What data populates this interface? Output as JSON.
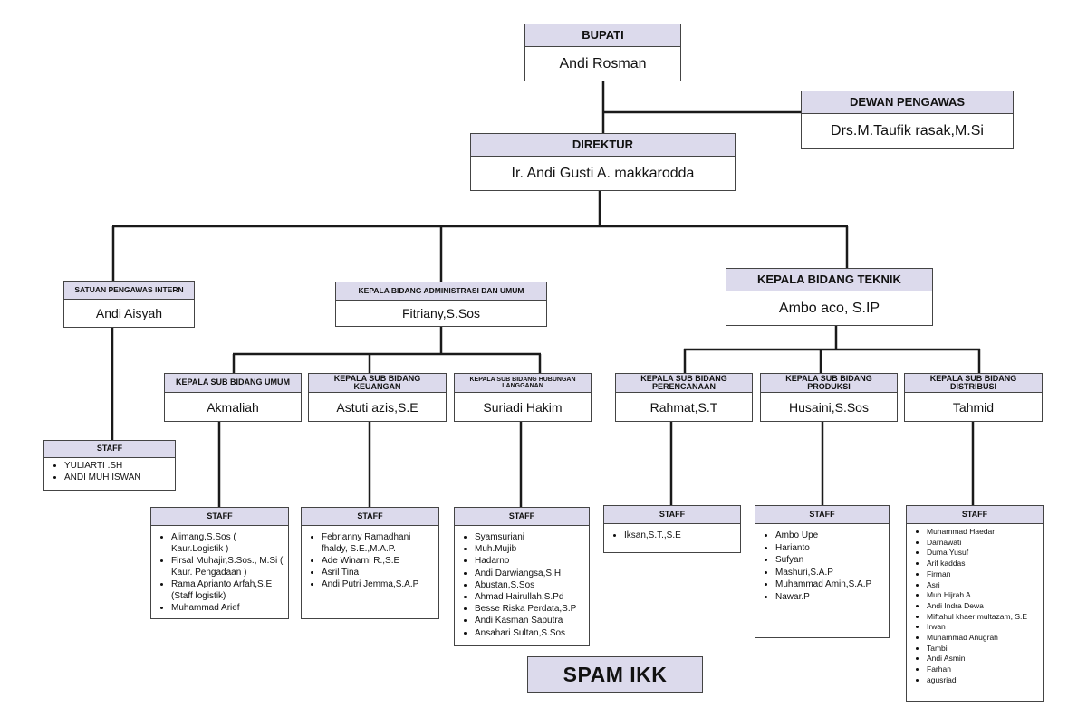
{
  "title": "SPAM IKK",
  "bupati": {
    "role": "BUPATI",
    "name": "Andi Rosman"
  },
  "dewan": {
    "role": "DEWAN PENGAWAS",
    "name": "Drs.M.Taufik rasak,M.Si"
  },
  "direktur": {
    "role": "DIREKTUR",
    "name": "Ir. Andi Gusti A. makkarodda"
  },
  "spi": {
    "role": "SATUAN PENGAWAS INTERN",
    "name": "Andi Aisyah",
    "staff_label": "STAFF",
    "staff": [
      "YULIARTI .SH",
      "ANDI MUH ISWAN"
    ]
  },
  "admin": {
    "role": "KEPALA BIDANG ADMINISTRASI DAN UMUM",
    "name": "Fitriany,S.Sos"
  },
  "teknik": {
    "role": "KEPALA BIDANG TEKNIK",
    "name": "Ambo aco, S.IP"
  },
  "umum": {
    "role": "KEPALA SUB BIDANG UMUM",
    "name": "Akmaliah",
    "staff_label": "STAFF",
    "staff": [
      "Alimang,S.Sos ( Kaur.Logistik )",
      "Firsal Muhajir,S.Sos., M.Si ( Kaur. Pengadaan )",
      "Rama Aprianto Arfah,S.E (Staff logistik)",
      "Muhammad Arief"
    ]
  },
  "keuangan": {
    "role": "KEPALA SUB BIDANG KEUANGAN",
    "name": "Astuti azis,S.E",
    "staff_label": "STAFF",
    "staff": [
      "Febrianny Ramadhani fhaldy, S.E.,M.A.P.",
      "Ade Winarni R.,S.E",
      "Asril Tina",
      "Andi Putri Jemma,S.A.P"
    ]
  },
  "hubungan": {
    "role": "KEPALA SUB BIDANG HUBUNGAN LANGGANAN",
    "name": "Suriadi Hakim",
    "staff_label": "STAFF",
    "staff": [
      "Syamsuriani",
      "Muh.Mujib",
      "Hadarno",
      "Andi Darwiangsa,S.H",
      "Abustan,S.Sos",
      "Ahmad Hairullah,S.Pd",
      "Besse Riska Perdata,S.P",
      "Andi Kasman Saputra",
      "Ansahari Sultan,S.Sos"
    ]
  },
  "perencanaan": {
    "role": "KEPALA SUB BIDANG PERENCANAAN",
    "name": "Rahmat,S.T",
    "staff_label": "STAFF",
    "staff": [
      "Iksan,S.T.,S.E"
    ]
  },
  "produksi": {
    "role": "KEPALA SUB BIDANG PRODUKSI",
    "name": "Husaini,S.Sos",
    "staff_label": "STAFF",
    "staff": [
      "Ambo Upe",
      "Harianto",
      "Sufyan",
      "Mashuri,S.A.P",
      "Muhammad Amin,S.A.P",
      "Nawar.P"
    ]
  },
  "distribusi": {
    "role": "KEPALA SUB BIDANG DISTRIBUSI",
    "name": "Tahmid",
    "staff_label": "STAFF",
    "staff": [
      "Muhammad Haedar",
      "Darnawati",
      "Duma Yusuf",
      "Arif kaddas",
      "Firman",
      "Asri",
      "Muh.Hijrah A.",
      "Andi Indra Dewa",
      "Miftahul khaer multazam, S.E",
      "Irwan",
      "Muhammad Anugrah",
      "Tambi",
      "Andi Asmin",
      "Farhan",
      "agusriadi"
    ]
  }
}
